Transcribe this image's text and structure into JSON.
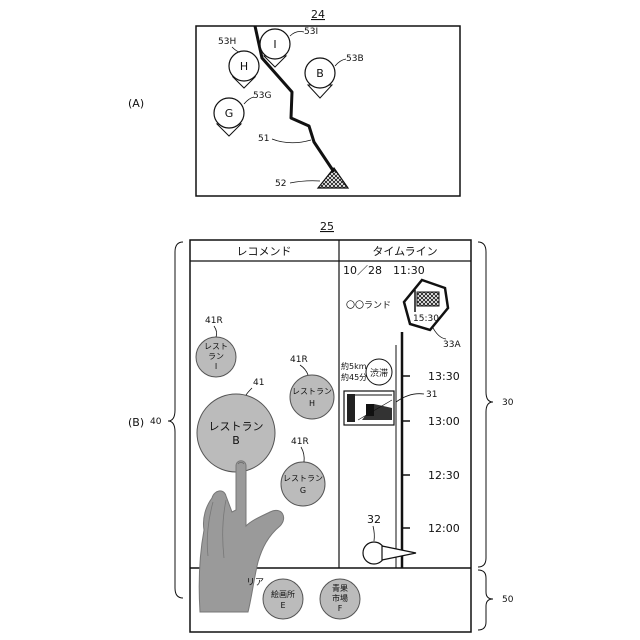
{
  "figure_a": {
    "part_label": "(A)",
    "screen_ref": "24",
    "pins": [
      {
        "letter": "I",
        "ref": "53I"
      },
      {
        "letter": "H",
        "ref": "53H"
      },
      {
        "letter": "B",
        "ref": "53B"
      },
      {
        "letter": "G",
        "ref": "53G"
      }
    ],
    "route_ref": "51",
    "destination_ref": "52"
  },
  "figure_b": {
    "part_label": "(B)",
    "screen_ref": "25",
    "recommend_header": "レコメンド",
    "timeline_header": "タイムライン",
    "date_time": "10／28　11:30",
    "destination_name": "〇〇ランド",
    "destination_time": "15:30",
    "destination_ref": "33A",
    "times": [
      "13:30",
      "13:00",
      "12:30",
      "12:00"
    ],
    "distance_line1": "約5km",
    "distance_line2": "約45分",
    "congestion": "渋滞",
    "photo_ref": "31",
    "current_ref": "32",
    "bubbles": [
      {
        "ref": "41R",
        "lines": [
          "レスト",
          "ラン",
          "I"
        ]
      },
      {
        "ref": "41R",
        "lines": [
          "レストラン",
          "H"
        ]
      },
      {
        "ref": "41",
        "lines": [
          "レストラン",
          "B"
        ]
      },
      {
        "ref": "41R",
        "lines": [
          "レストラン",
          "G"
        ]
      }
    ],
    "area_label": "リア",
    "bottom_bubbles": [
      {
        "lines": [
          "絵画所",
          "E"
        ]
      },
      {
        "lines": [
          "青果",
          "市場",
          "F"
        ]
      }
    ],
    "ref_left": "40",
    "ref_right": "30",
    "ref_bottom": "50"
  }
}
